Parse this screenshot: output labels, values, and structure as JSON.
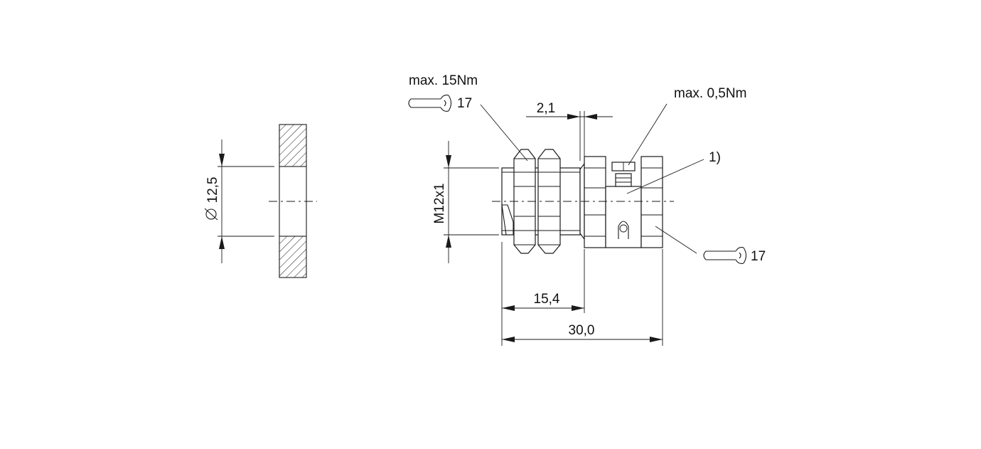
{
  "drawing": {
    "hole_diameter_label": "12,5",
    "thread_label": "M12x1",
    "nut_torque_label": "max. 15Nm",
    "nut_wrench_size": "17",
    "screw_torque_label": "max. 0,5Nm",
    "note_marker": "1)",
    "flange_thickness_label": "2,1",
    "thread_length_label": "15,4",
    "overall_length_label": "30,0",
    "rear_wrench_size": "17"
  }
}
